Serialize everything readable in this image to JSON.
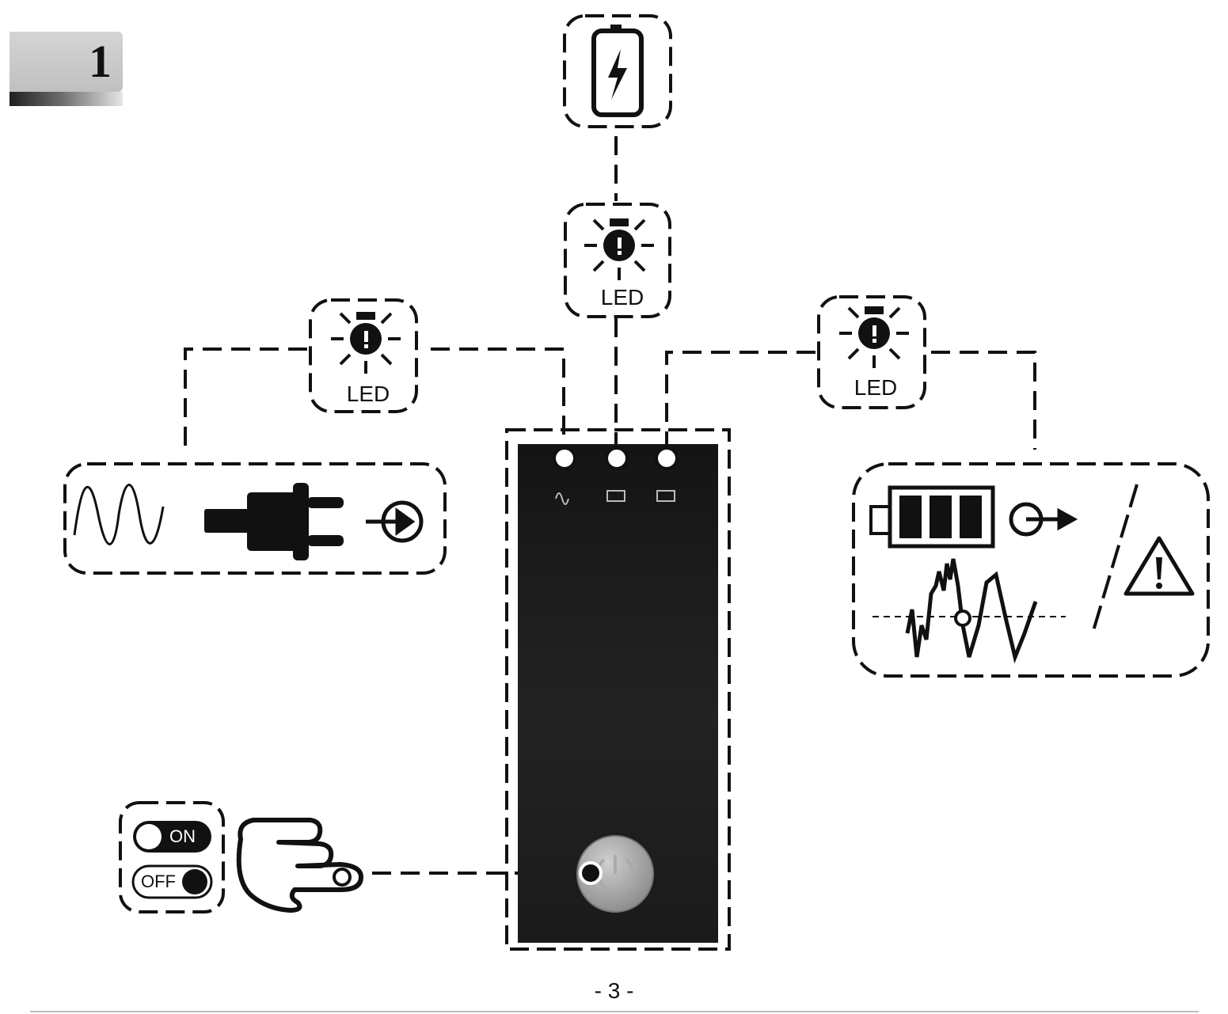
{
  "section": {
    "number": "1"
  },
  "indicators": {
    "left_led_label": "LED",
    "center_led_label": "LED",
    "right_led_label": "LED"
  },
  "power_switch": {
    "on_label": "ON",
    "off_label": "OFF"
  },
  "footer": {
    "page_number": "- 3 -"
  },
  "icons": {
    "charging_battery": "battery-charging-icon",
    "led_light": "led-light-icon",
    "ac_wave": "ac-sine-wave-icon",
    "plug": "power-plug-icon",
    "input_arrow": "arrow-into-circle-icon",
    "battery_full": "battery-full-icon",
    "output_arrow": "arrow-out-of-circle-icon",
    "distorted_wave": "distorted-wave-icon",
    "warning": "warning-triangle-icon",
    "hand_press": "hand-pointing-icon",
    "power_button": "power-button-icon"
  },
  "colors": {
    "panel": "#1c1c1c",
    "line": "#111111",
    "button": "#9a9a9a"
  }
}
